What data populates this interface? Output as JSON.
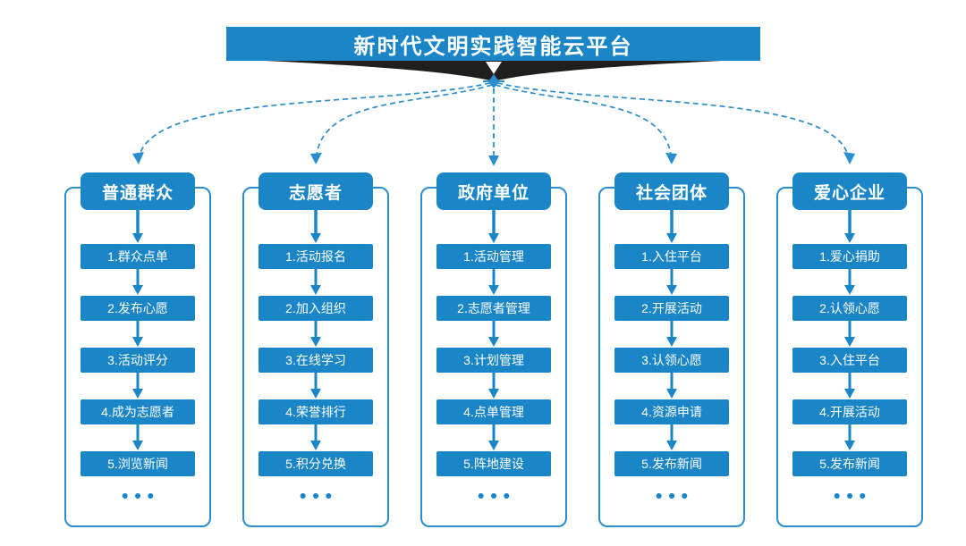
{
  "title": "新时代文明实践智能云平台",
  "more_label": "•••",
  "columns": [
    {
      "header": "普通群众",
      "items": [
        "1.群众点单",
        "2.发布心愿",
        "3.活动评分",
        "4.成为志愿者",
        "5.浏览新闻"
      ]
    },
    {
      "header": "志愿者",
      "items": [
        "1.活动报名",
        "2.加入组织",
        "3.在线学习",
        "4.荣誉排行",
        "5.积分兑换"
      ]
    },
    {
      "header": "政府单位",
      "items": [
        "1.活动管理",
        "2.志愿者管理",
        "3.计划管理",
        "4.点单管理",
        "5.阵地建设"
      ]
    },
    {
      "header": "社会团体",
      "items": [
        "1.入住平台",
        "2.开展活动",
        "3.认领心愿",
        "4.资源申请",
        "5.发布新闻"
      ]
    },
    {
      "header": "爱心企业",
      "items": [
        "1.爱心捐助",
        "2.认领心愿",
        "3.入住平台",
        "4.开展活动",
        "5.发布新闻"
      ]
    }
  ],
  "colors": {
    "primary": "#1a86c8",
    "connector": "#2a8dce",
    "banner_dark": "#1f1f1d",
    "background": "#ffffff",
    "text_on_blue": "#ffffff"
  }
}
